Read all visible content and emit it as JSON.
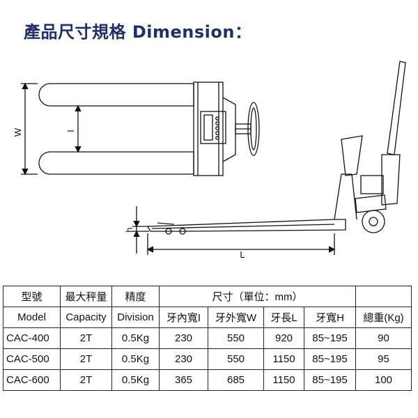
{
  "heading": {
    "title": "產品尺寸規格 Dimension："
  },
  "drawing": {
    "top_view_labels": {
      "outer_width": "W",
      "inner_width": "I"
    },
    "side_view_labels": {
      "height": "h",
      "length": "L"
    }
  },
  "table": {
    "header_row_1": [
      "型號",
      "最大秤量",
      "精度",
      "尺寸（單位：mm）",
      ""
    ],
    "header_row_2": [
      "Model",
      "Capacity",
      "Division",
      "牙內寬I",
      "牙外寬W",
      "牙長L",
      "牙寬H",
      "總重(Kg)"
    ],
    "rows": [
      [
        "CAC-400",
        "2T",
        "0.5Kg",
        "230",
        "550",
        "920",
        "85~195",
        "90"
      ],
      [
        "CAC-500",
        "2T",
        "0.5Kg",
        "230",
        "550",
        "1150",
        "85~195",
        "95"
      ],
      [
        "CAC-600",
        "2T",
        "0.5Kg",
        "365",
        "685",
        "1150",
        "85~195",
        "100"
      ]
    ]
  }
}
